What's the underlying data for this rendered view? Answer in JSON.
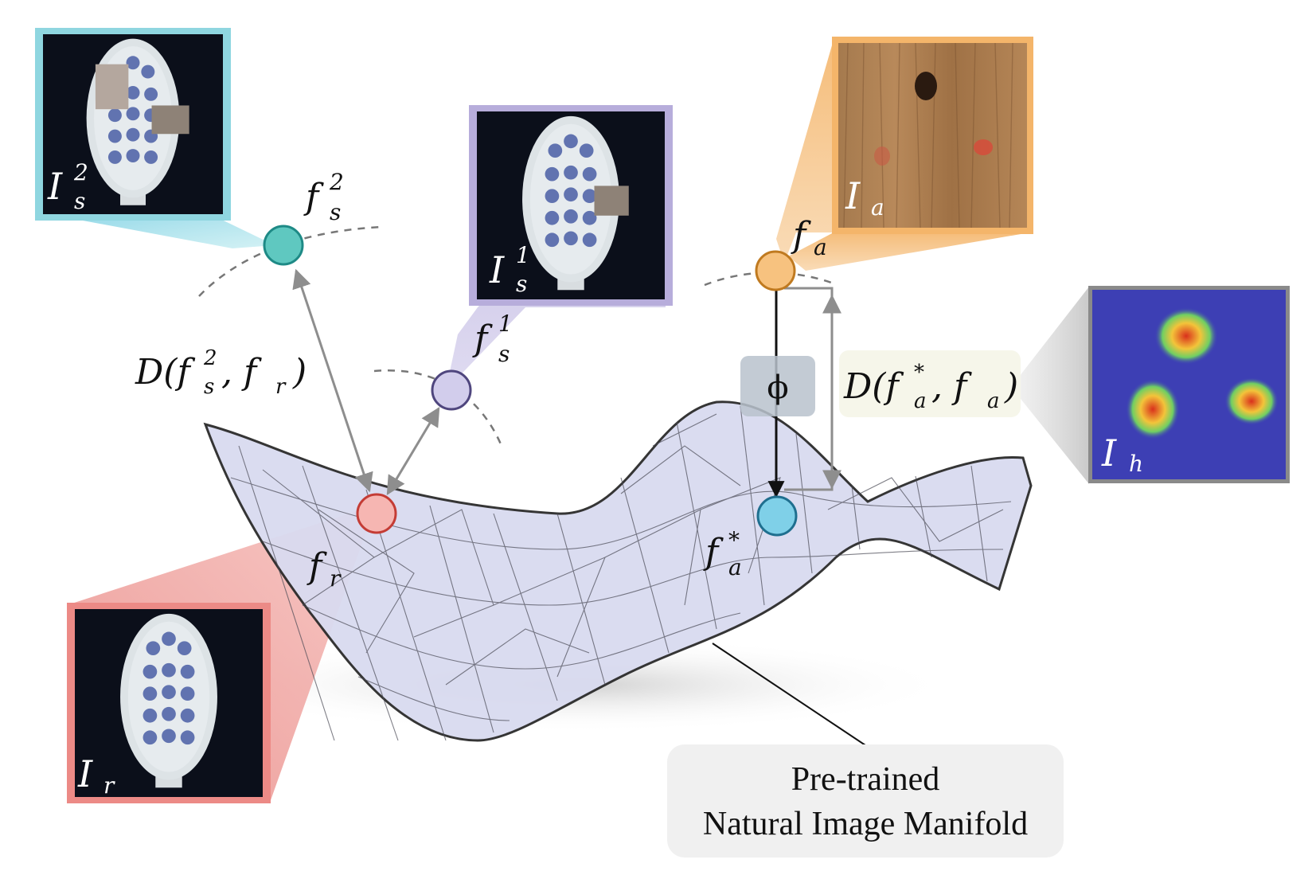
{
  "labels": {
    "I_s2": {
      "base": "I",
      "sub": "s",
      "sup": "2"
    },
    "I_s1": {
      "base": "I",
      "sub": "s",
      "sup": "1"
    },
    "I_a": {
      "base": "I",
      "sub": "a"
    },
    "I_r": {
      "base": "I",
      "sub": "r"
    },
    "I_h": {
      "base": "I",
      "sub": "h"
    },
    "f_s2": {
      "base": "f",
      "sub": "s",
      "sup": "2"
    },
    "f_s1": {
      "base": "f",
      "sub": "s",
      "sup": "1"
    },
    "f_a": {
      "base": "f",
      "sub": "a"
    },
    "f_r": {
      "base": "f",
      "sub": "r"
    },
    "f_astar": {
      "base": "f",
      "sub": "a",
      "sup": "*"
    },
    "phi": "ϕ",
    "dist_left": {
      "pre": "D(",
      "arg1_base": "f",
      "arg1_sub": "s",
      "arg1_sup": "2",
      "sep": ", ",
      "arg2_base": "f",
      "arg2_sub": "r",
      "post": ")"
    },
    "dist_right": {
      "pre": "D(",
      "arg1_base": "f",
      "arg1_sub": "a",
      "arg1_sup": "*",
      "sep": ", ",
      "arg2_base": "f",
      "arg2_sub": "a",
      "post": ")"
    }
  },
  "caption": {
    "line1": "Pre-trained",
    "line2": "Natural Image Manifold"
  },
  "colors": {
    "cyan": "#8fd6e0",
    "cyan_node": "#5fc8c0",
    "purple": "#b7addb",
    "purple_node": "#d2cdec",
    "orange": "#f4b56a",
    "orange_node": "#f7c27f",
    "red": "#ec8a86",
    "red_node": "#f6b6b2",
    "blue_node": "#7fd0e8",
    "manifold": "#d9dbf0",
    "gray_arrow": "#8e8e8e"
  }
}
